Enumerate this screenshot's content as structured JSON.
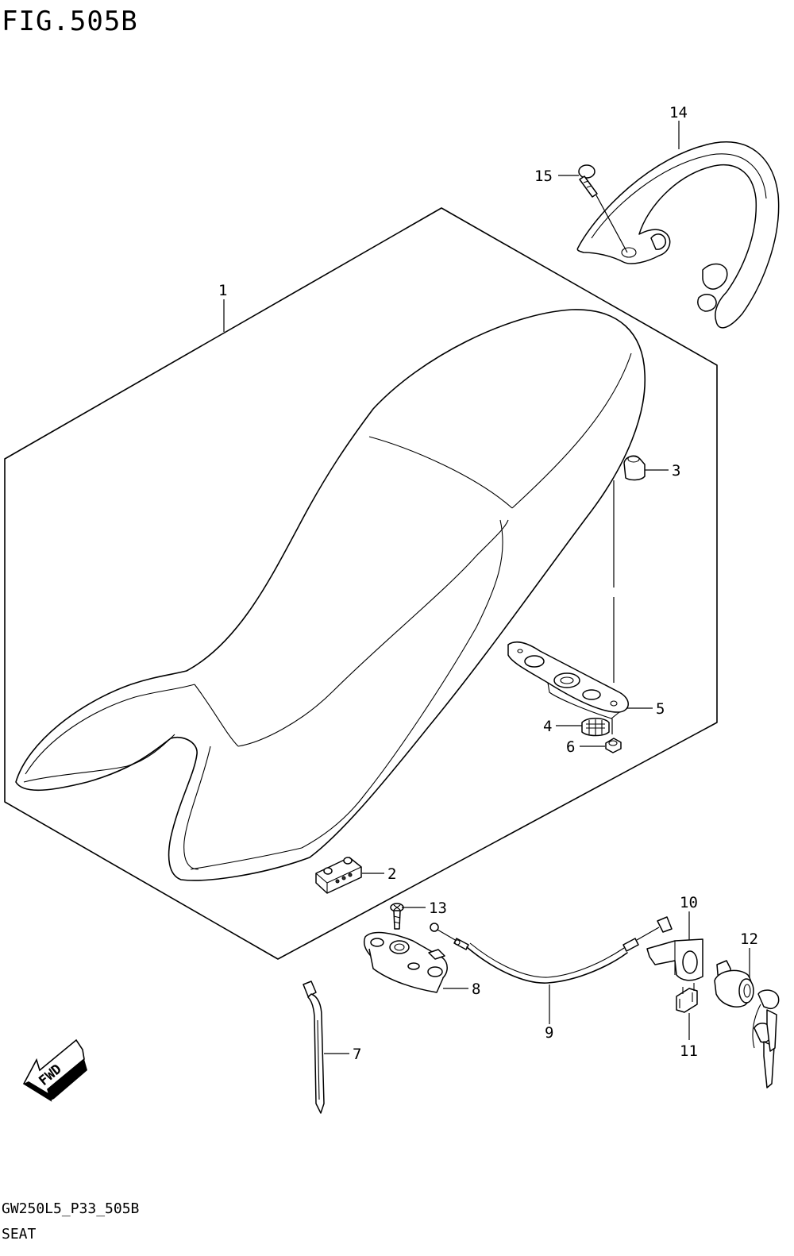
{
  "figure": {
    "title": "FIG.505B",
    "code": "GW250L5_P33_505B",
    "section": "SEAT"
  },
  "fwd_label": "FWD",
  "callouts": [
    "1",
    "2",
    "3",
    "4",
    "5",
    "6",
    "7",
    "8",
    "9",
    "10",
    "11",
    "12",
    "13",
    "14",
    "15"
  ]
}
